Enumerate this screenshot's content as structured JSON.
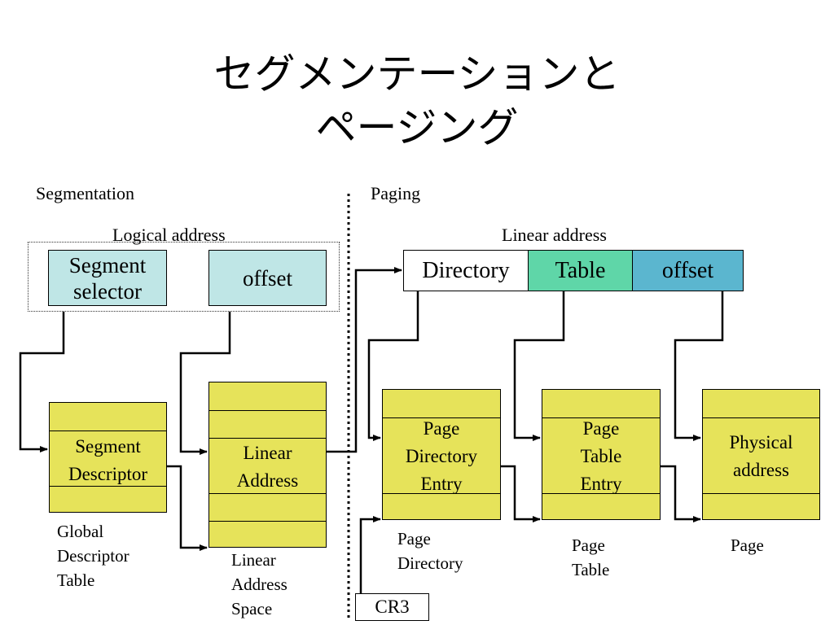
{
  "title_line1": "セグメンテーションと",
  "title_line2": "ページング",
  "sections": {
    "segmentation": "Segmentation",
    "paging": "Paging"
  },
  "logical_address": {
    "label": "Logical address",
    "segment_selector": "Segment\nselector",
    "offset": "offset"
  },
  "linear_address": {
    "label": "Linear address",
    "directory": "Directory",
    "table": "Table",
    "offset": "offset"
  },
  "descriptor_table": {
    "entry": "Segment\nDescriptor",
    "caption": "Global\nDescriptor\nTable"
  },
  "linear_space": {
    "entry": "Linear\nAddress",
    "caption": "Linear\nAddress\nSpace"
  },
  "page_directory": {
    "entry": "Page\nDirectory\nEntry",
    "caption": "Page\nDirectory"
  },
  "page_table": {
    "entry": "Page\nTable\nEntry",
    "caption": "Page\nTable"
  },
  "page": {
    "entry": "Physical\naddress",
    "caption": "Page"
  },
  "cr3": "CR3",
  "colors": {
    "selector_fill": "#bfe6e6",
    "table_fill": "#5fd6a8",
    "offset_fill": "#5bb6cf",
    "memory_fill": "#e6e35a"
  }
}
